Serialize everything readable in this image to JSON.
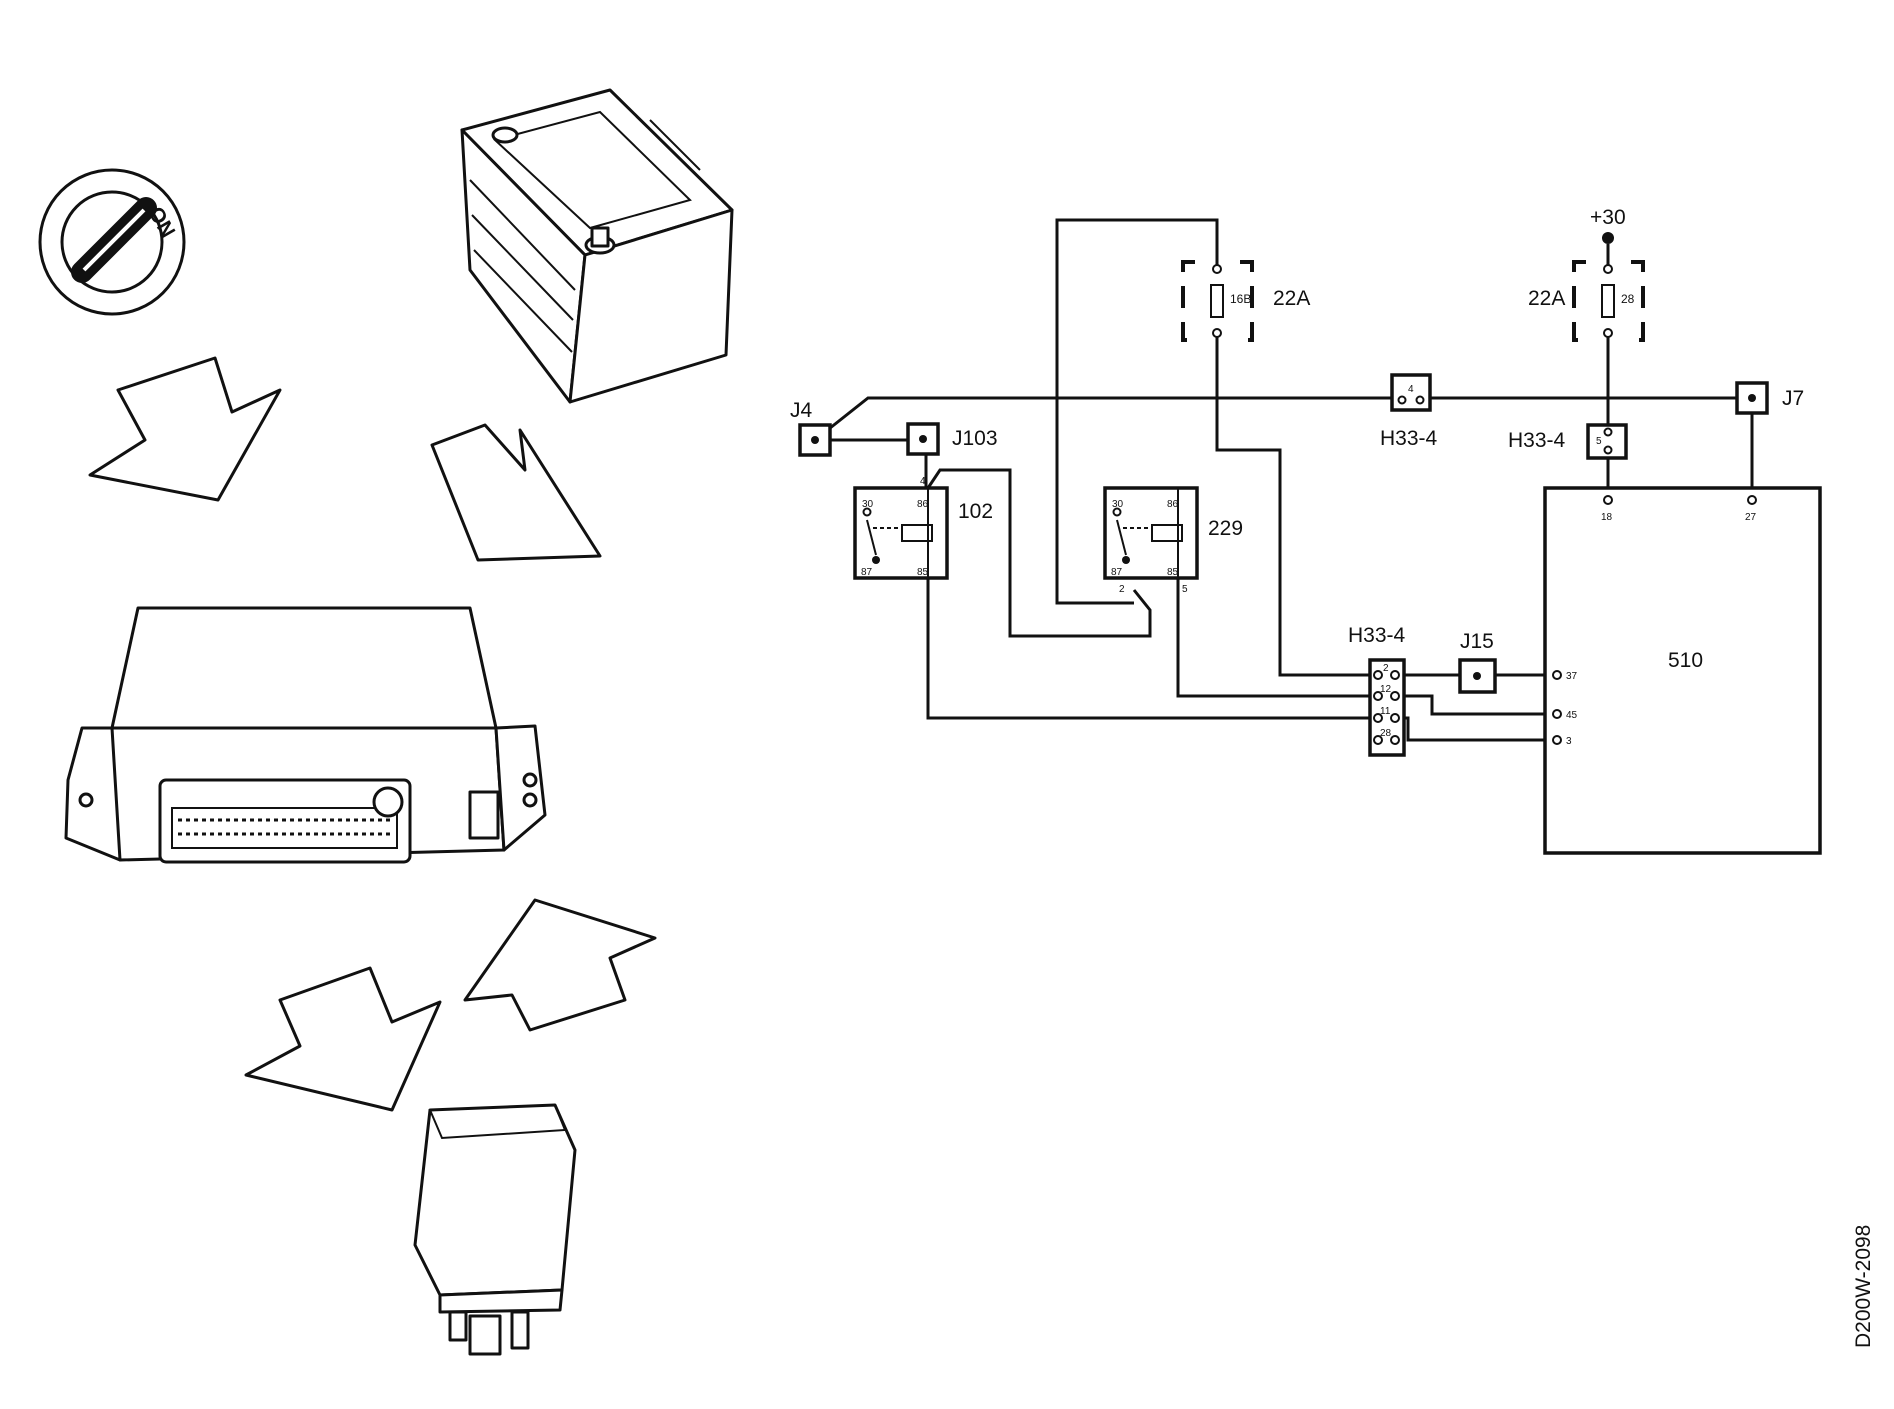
{
  "illustrations": {
    "ignition_switch_text": "ON"
  },
  "labels": {
    "supply": "+30",
    "fuse_a_rating": "22A",
    "fuse_b_rating": "22A",
    "fuse_a_id": "16B",
    "fuse_b_id": "28",
    "j4": "J4",
    "j103": "J103",
    "j7": "J7",
    "j15": "J15",
    "h33_top": "H33-4",
    "h33_right": "H33-4",
    "h33_block": "H33-4",
    "h33_top_pin": "4",
    "h33_right_pin": "5",
    "relay_102": "102",
    "relay_229": "229",
    "ecu": "510",
    "figure_code": "D200W-2098"
  },
  "relay_102_pins": {
    "p30": "30",
    "p86": "86",
    "p87": "87",
    "p85": "85",
    "wire_top": "4"
  },
  "relay_229_pins": {
    "p30": "30",
    "p86": "86",
    "p87": "87",
    "p85": "85",
    "wire_bottom_left": "2",
    "wire_bottom_right": "5"
  },
  "h33_block_pins": [
    "2",
    "12",
    "11",
    "28"
  ],
  "ecu_pins": {
    "top_left": "18",
    "top_right": "27",
    "p37": "37",
    "p45": "45",
    "p3": "3"
  }
}
